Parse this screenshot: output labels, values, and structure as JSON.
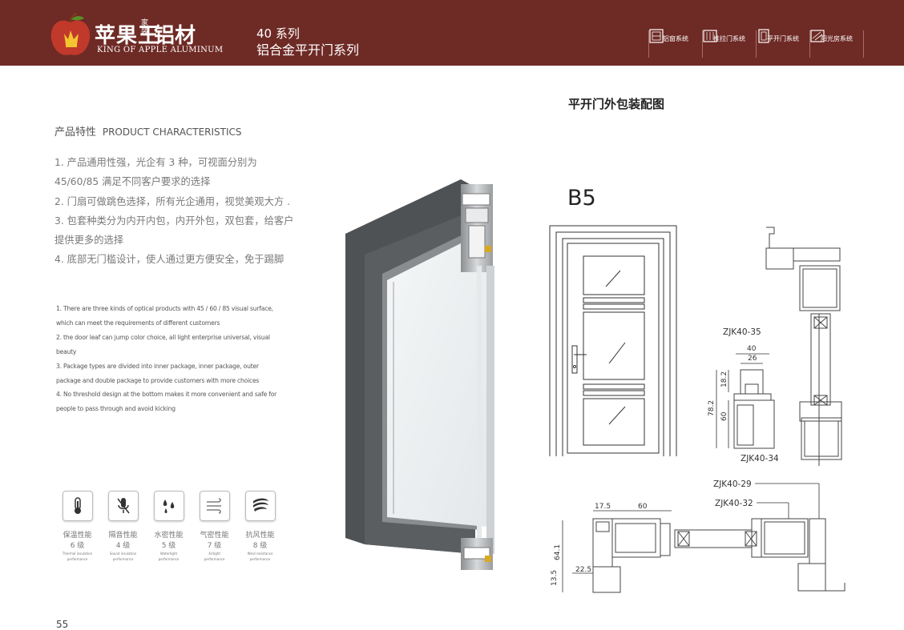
{
  "header": {
    "brand_cn_1": "苹果王",
    "brand_small": "家装",
    "brand_cn_2": "铝材",
    "brand_en": "KING OF APPLE ALUMINUM",
    "series_line1": "40 系列",
    "series_line2": "铝合金平开门系列",
    "nav": [
      {
        "label": "铝窗系统",
        "icon": "window-icon"
      },
      {
        "label": "推拉门系统",
        "icon": "sliding-door-icon"
      },
      {
        "label": "平开门系统",
        "icon": "casement-door-icon"
      },
      {
        "label": "阳光房系统",
        "icon": "sunroom-icon"
      }
    ]
  },
  "characteristics": {
    "title_cn": "产品特性",
    "title_en": "PRODUCT CHARACTERISTICS",
    "cn_lines": [
      "1. 产品通用性强，光企有 3 种，可视面分别为",
      "45/60/85 满足不同客户要求的选择",
      "2. 门扇可做跳色选择，所有光企通用，视觉美观大方 .",
      "3. 包套种类分为内开内包，内开外包，双包套，给客户",
      "提供更多的选择",
      "4. 底部无门槛设计，使人通过更方便安全，免于踢脚"
    ],
    "en_lines": [
      "1. There are three kinds of optical products with 45 / 60 / 85 visual surface,",
      "which can meet the requirements of different customers",
      "2. the door leaf can jump color choice, all light enterprise universal, visual",
      "beauty",
      "3. Package types are divided into inner package, inner package, outer",
      "package and double package to provide customers with more choices",
      "4. No threshold design at the bottom makes it more convenient and safe for",
      "people to pass through and avoid kicking"
    ]
  },
  "performance": [
    {
      "cn": "保温性能",
      "level": "6 级",
      "en1": "Thermal insulation",
      "en2": "performance",
      "icon": "thermometer-icon"
    },
    {
      "cn": "隔音性能",
      "level": "4 级",
      "en1": "Sound insulation",
      "en2": "performance",
      "icon": "mute-mic-icon"
    },
    {
      "cn": "水密性能",
      "level": "5 级",
      "en1": "Watertight",
      "en2": "performance",
      "icon": "water-drops-icon"
    },
    {
      "cn": "气密性能",
      "level": "7 级",
      "en1": "Airtight",
      "en2": "performance",
      "icon": "airflow-icon"
    },
    {
      "cn": "抗风性能",
      "level": "8 级",
      "en1": "Wind resistance",
      "en2": "performance",
      "icon": "wind-icon"
    }
  ],
  "diagram": {
    "title": "平开门外包装配图",
    "model": "B5",
    "labels": {
      "zjk35": "ZJK40-35",
      "zjk34": "ZJK40-34",
      "zjk29": "ZJK40-29",
      "zjk32": "ZJK40-32"
    },
    "dims": {
      "d40": "40",
      "d26": "26",
      "d182": "18.2",
      "d782": "78.2",
      "d60v": "60",
      "d175": "17.5",
      "d60h": "60",
      "d641": "64.1",
      "d225": "22.5",
      "d135": "13.5"
    }
  },
  "page_number": "55"
}
